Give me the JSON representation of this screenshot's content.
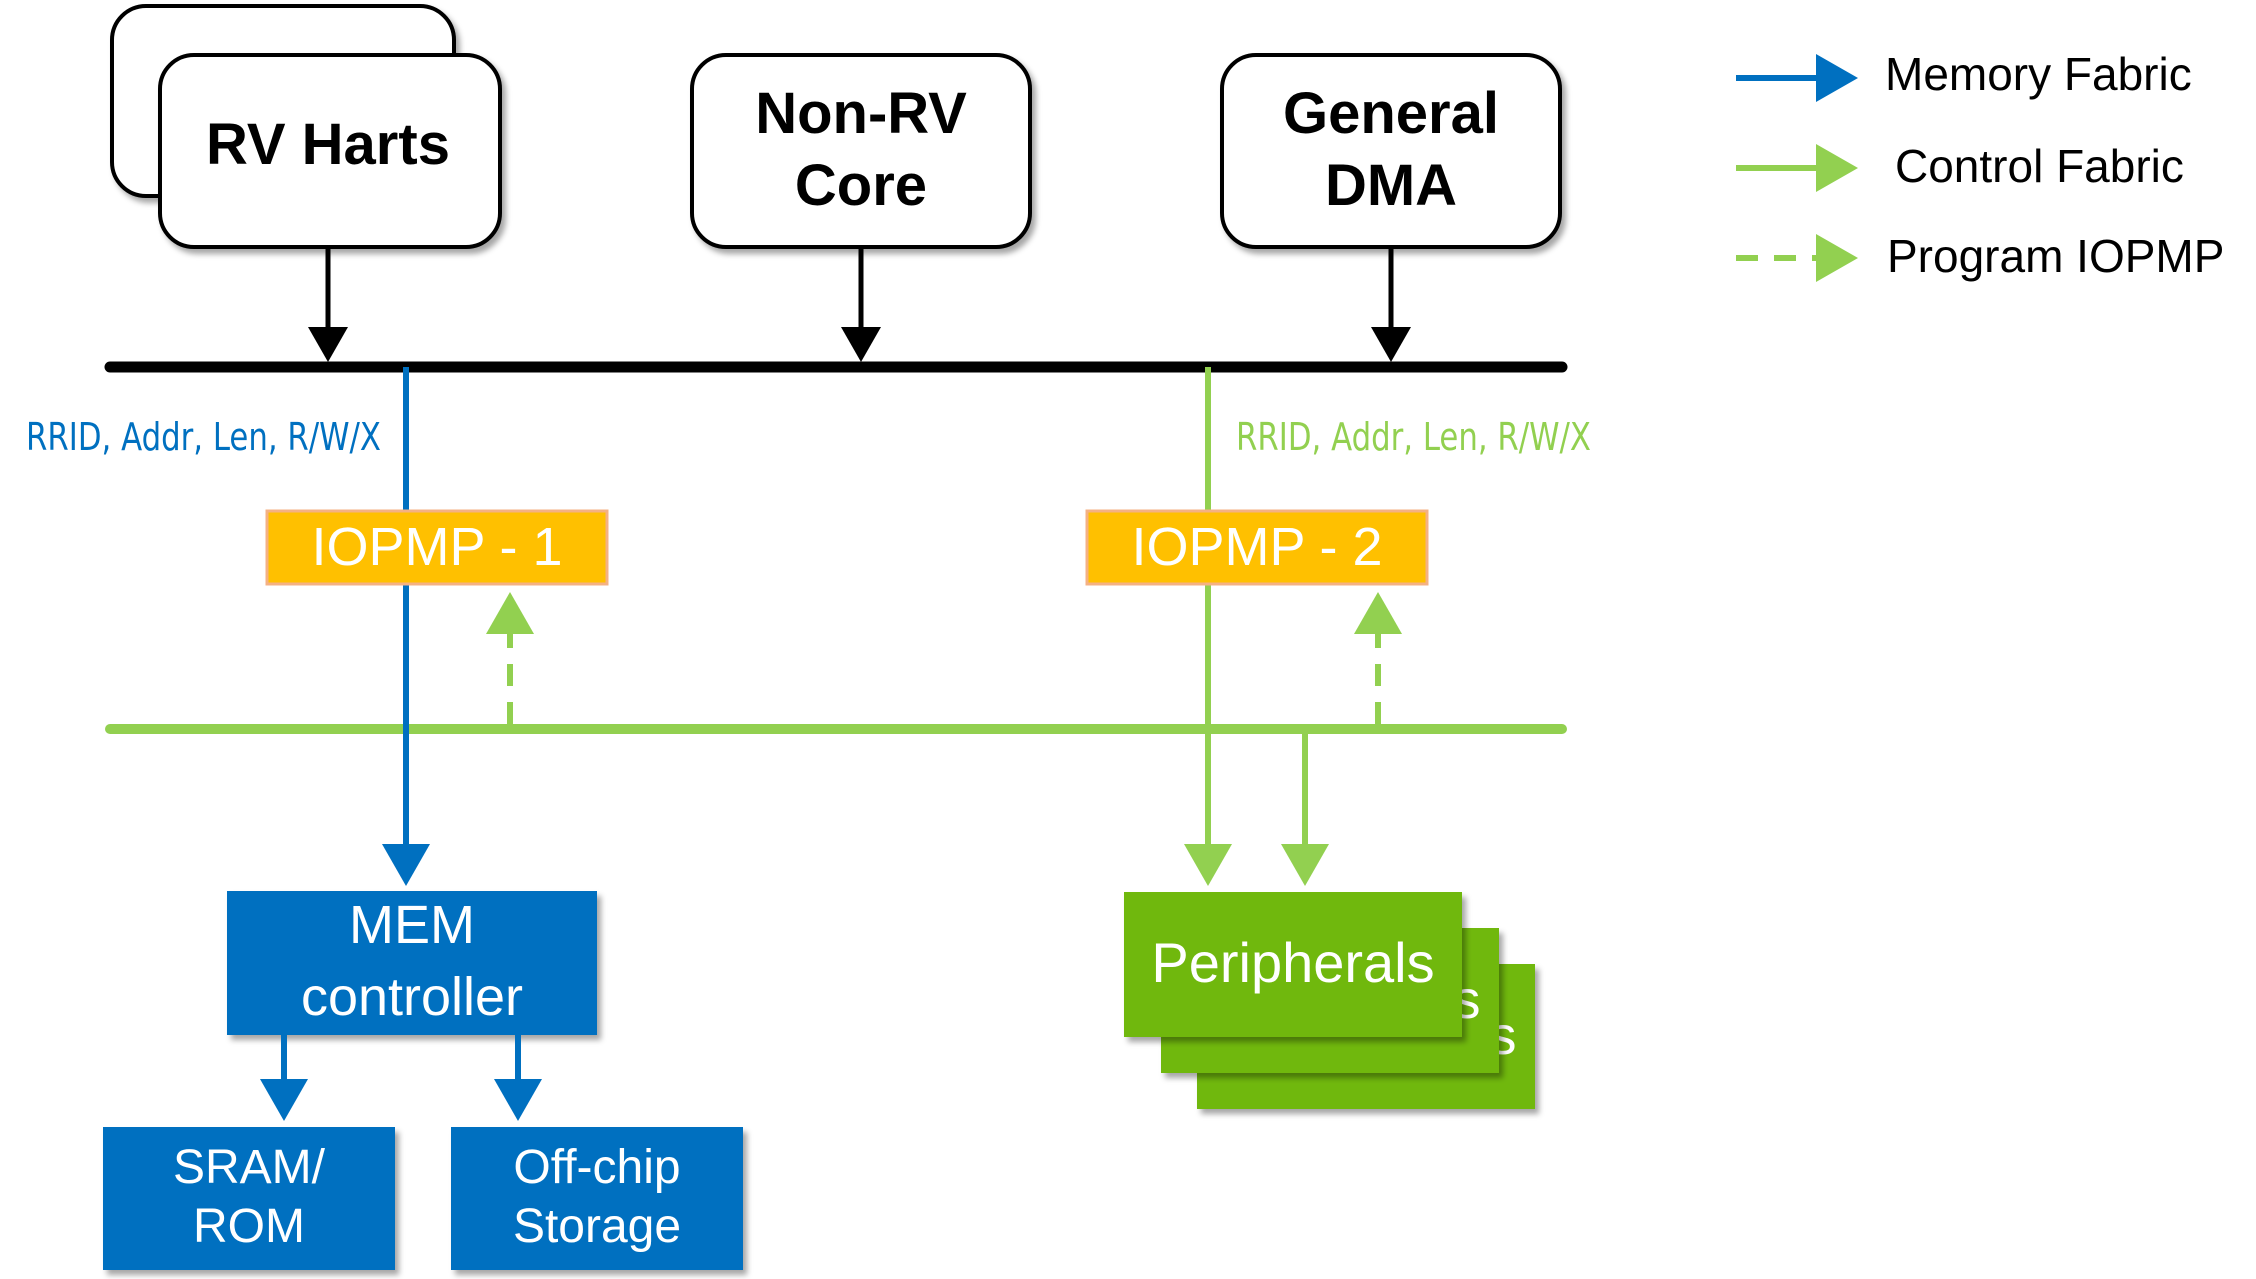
{
  "processors": {
    "rv_harts": "RV Harts",
    "non_rv_line1": "Non-RV",
    "non_rv_line2": "Core",
    "dma_line1": "General",
    "dma_line2": "DMA"
  },
  "signals": {
    "left": "RRID, Addr, Len, R/W/X",
    "right": "RRID, Addr, Len, R/W/X"
  },
  "iopmp": {
    "one": "IOPMP - 1",
    "two": "IOPMP - 2"
  },
  "memory": {
    "controller_line1": "MEM",
    "controller_line2": "controller",
    "sram_line1": "SRAM/",
    "sram_line2": "ROM",
    "offchip_line1": "Off-chip",
    "offchip_line2": "Storage"
  },
  "peripherals": {
    "label": "Peripherals",
    "peek1": "s",
    "peek2": "s"
  },
  "legend": {
    "memory_fabric": "Memory Fabric",
    "control_fabric": "Control Fabric",
    "program_iopmp": "Program IOPMP"
  },
  "colors": {
    "memory_blue": "#0070C0",
    "control_green": "#92D050",
    "iopmp_orange": "#FFC000",
    "peripheral_green": "#70B80C"
  }
}
